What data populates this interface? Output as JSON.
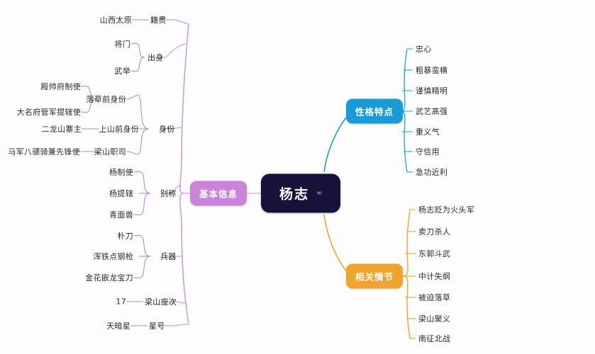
{
  "app": {
    "title": "杨志 思维导图",
    "background_color": "#fdfdfd"
  },
  "colors": {
    "root_bg": "#15123a",
    "root_text": "#ffffff",
    "branch_basic": "#c983d8",
    "branch_personality": "#1a9ad6",
    "branch_plot": "#f0a42a",
    "edge_basic": "#c9a0d8",
    "edge_personality": "#1f9ec4",
    "edge_plot": "#f0a42a",
    "leaf_text": "#2b2b2b"
  },
  "root": {
    "label": "杨志",
    "icon": "link-icon",
    "icon_glyph": "∞"
  },
  "branches": [
    {
      "id": "basic-info",
      "label": "基本信息",
      "color": "#c983d8",
      "side": "left",
      "groups": [
        {
          "id": "native-place",
          "label": "籍贯",
          "items": [
            "山西太原"
          ]
        },
        {
          "id": "origin",
          "label": "出身",
          "items": [
            "将门",
            "武举"
          ]
        },
        {
          "id": "identity",
          "label": "身份",
          "subgroups": [
            {
              "id": "pre-outlaw-identity",
              "label": "落草前身份",
              "items": [
                "殿帅府制使",
                "大名府管军提辖使"
              ]
            },
            {
              "id": "pre-mountain-identity",
              "label": "上山前身份",
              "items": [
                "二龙山寨主"
              ]
            },
            {
              "id": "liangshan-post",
              "label": "梁山职司",
              "items": [
                "马军八骠骑兼先锋使"
              ]
            }
          ]
        },
        {
          "id": "alias",
          "label": "别称",
          "items": [
            "杨制使",
            "杨提辖",
            "青面兽"
          ]
        },
        {
          "id": "weapon",
          "label": "兵器",
          "items": [
            "朴刀",
            "浑铁点钢枪",
            "金花嵌龙宝刀"
          ]
        },
        {
          "id": "liangshan-rank",
          "label": "梁山座次",
          "items": [
            "17"
          ]
        },
        {
          "id": "star-name",
          "label": "星号",
          "items": [
            "天暗星"
          ]
        }
      ]
    },
    {
      "id": "personality",
      "label": "性格特点",
      "color": "#1a9ad6",
      "side": "right",
      "items": [
        "忠心",
        "粗暴蛮横",
        "谨慎精明",
        "武艺高强",
        "重义气",
        "守信用",
        "急功近利"
      ]
    },
    {
      "id": "related-plot",
      "label": "相关情节",
      "color": "#f0a42a",
      "side": "right",
      "items": [
        "杨志贬为火头军",
        "卖刀杀人",
        "东郭斗武",
        "中计失纲",
        "被迫落草",
        "梁山聚义",
        "南征北战"
      ]
    }
  ]
}
